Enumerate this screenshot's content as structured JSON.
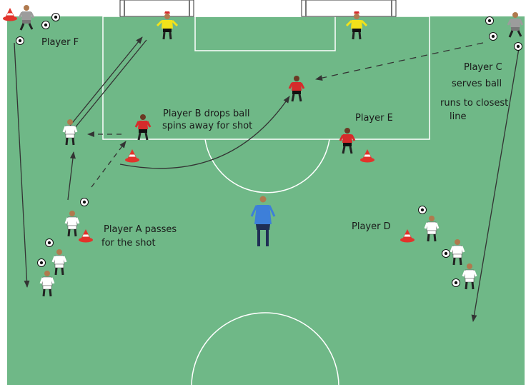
{
  "colors": {
    "pitch": "#6fb887",
    "lines": "#ffffff",
    "red_kit": "#d62b2b",
    "keeper_kit": "#f2e21a",
    "bib": "#3d7fd9",
    "cone": "#e2332b"
  },
  "labels": {
    "player_f": "Player F",
    "player_c_line1": "Player C",
    "player_c_line2": "serves ball",
    "player_c_line3": "runs to closest",
    "player_c_line4": "line",
    "player_b_line1": "Player B drops ball",
    "player_b_line2": "spins away for shot",
    "player_e": "Player E",
    "player_a_line1": "Player A passes",
    "player_a_line2": "for the shot",
    "player_d": "Player D"
  },
  "icons": [
    "goal-icon",
    "goalkeeper-icon",
    "player-icon",
    "ball-icon",
    "cone-icon",
    "coach-icon"
  ]
}
